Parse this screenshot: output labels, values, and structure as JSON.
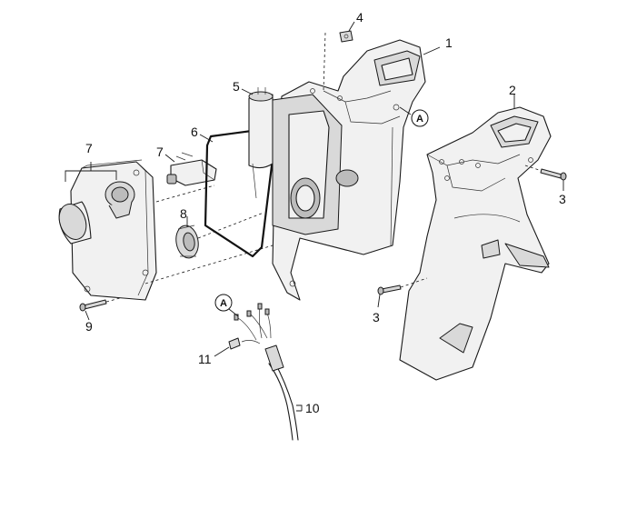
{
  "callouts": {
    "c1": "1",
    "c2": "2",
    "c3a": "3",
    "c3b": "3",
    "c4": "4",
    "c5": "5",
    "c6": "6",
    "c7a": "7",
    "c7b": "7",
    "c8": "8",
    "c9": "9",
    "c10": "10",
    "c11": "11"
  },
  "reference_marks": {
    "housing": "A",
    "cable": "A"
  }
}
